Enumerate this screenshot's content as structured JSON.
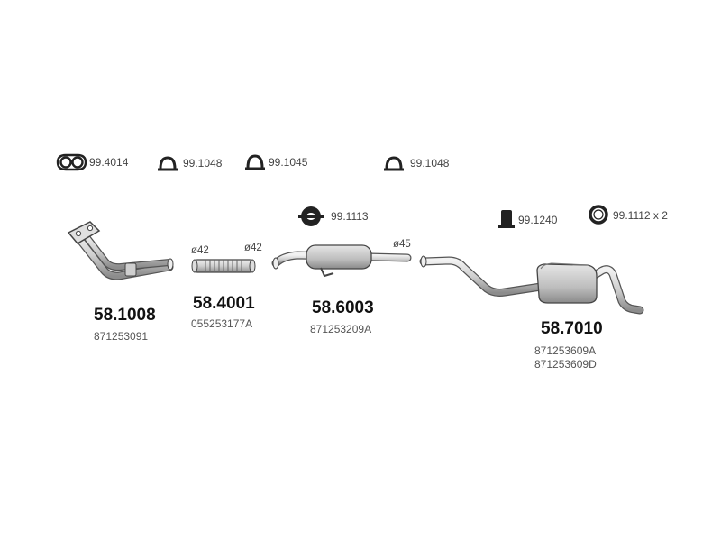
{
  "accessories": [
    {
      "code": "99.4014",
      "icon": "gasket-icon"
    },
    {
      "code": "99.1048",
      "icon": "hanger-icon"
    },
    {
      "code": "99.1045",
      "icon": "hanger-icon"
    },
    {
      "code": "99.1048",
      "icon": "hanger-icon"
    },
    {
      "code": "99.1113",
      "icon": "rubber-mount-icon"
    },
    {
      "code": "99.1240",
      "icon": "bracket-icon"
    },
    {
      "code": "99.1112 x 2",
      "icon": "ring-icon"
    }
  ],
  "diameters": [
    "ø42",
    "ø42",
    "ø45"
  ],
  "parts": [
    {
      "number": "58.1008",
      "oem": [
        "871253091"
      ]
    },
    {
      "number": "58.4001",
      "oem": [
        "055253177A"
      ]
    },
    {
      "number": "58.6003",
      "oem": [
        "871253209A"
      ]
    },
    {
      "number": "58.7010",
      "oem": [
        "871253609A",
        "871253609D"
      ]
    }
  ]
}
